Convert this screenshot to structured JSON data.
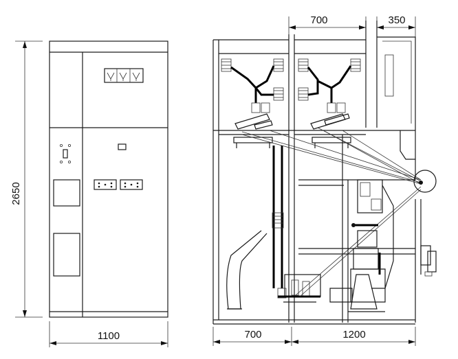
{
  "dimensions": {
    "height_label": "2650",
    "front_width_label": "1100",
    "side_top_mid_label": "700",
    "side_top_right_label": "350",
    "side_bottom_left_label": "700",
    "side_bottom_right_label": "1200"
  },
  "icons": {
    "relay_symbols": "relay-switch-icon",
    "sockets": "socket-icon",
    "ct": "current-transformer-icon",
    "breaker": "circuit-breaker-icon"
  }
}
